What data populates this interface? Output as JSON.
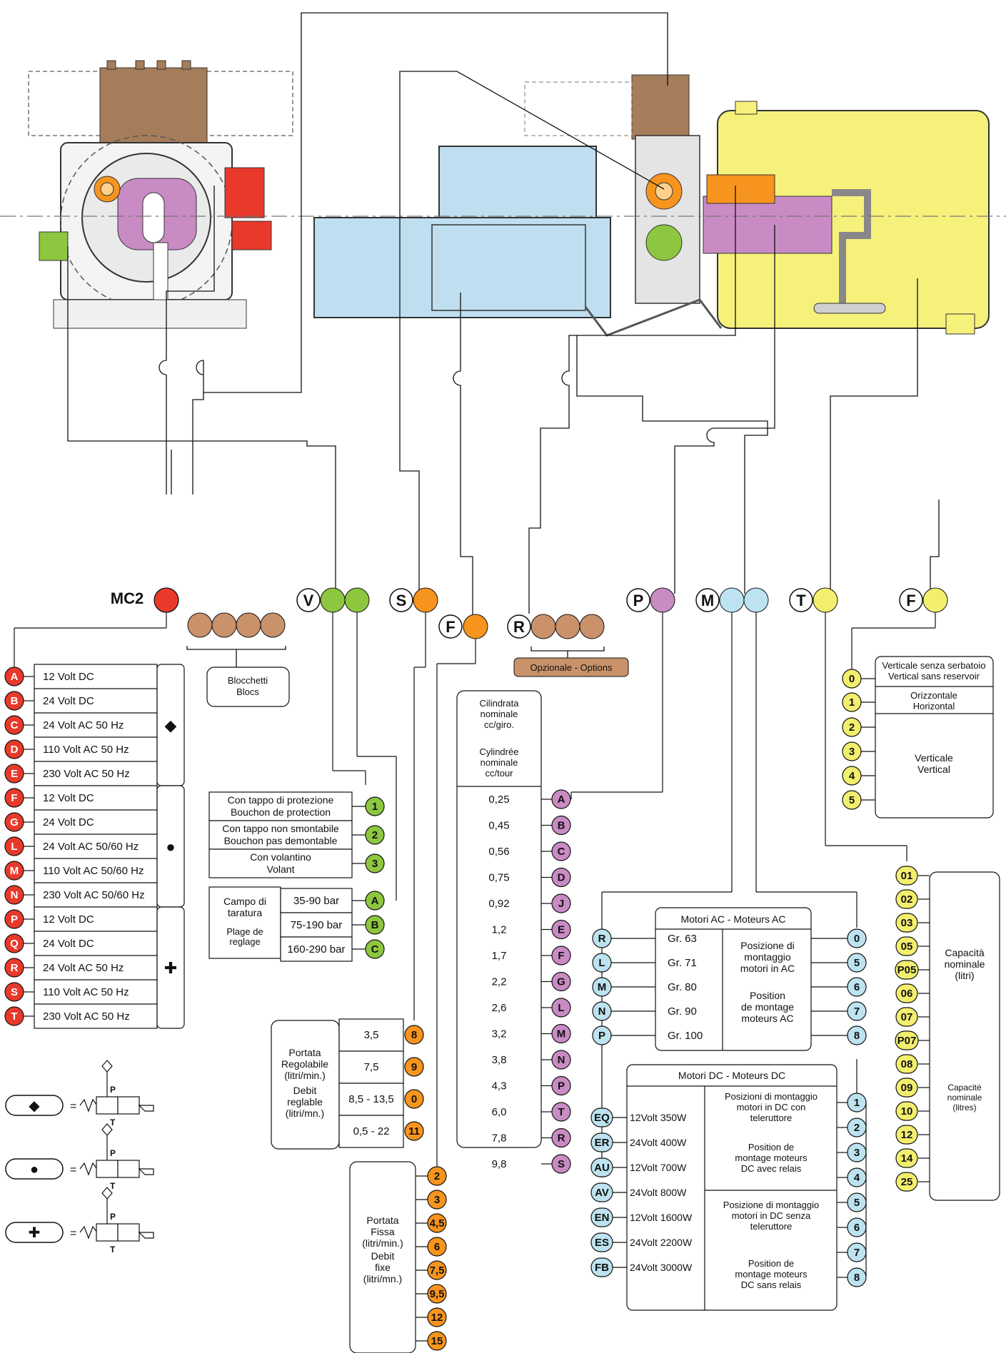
{
  "header": {
    "mc2": "MC2",
    "letters": {
      "V": "V",
      "S": "S",
      "F1": "F",
      "R": "R",
      "P": "P",
      "M": "M",
      "T": "T",
      "F2": "F"
    }
  },
  "colors": {
    "red": "#e8392b",
    "brown": "#c9926a",
    "green": "#8dc63f",
    "orange": "#f7941d",
    "purple": "#c98bc4",
    "blue": "#bde3f0",
    "yellow": "#f2ef6e",
    "tank": "#f6f17a",
    "motor": "#bfdff0",
    "block": "#a57d5b"
  },
  "blocks": {
    "label1": "Blocchetti",
    "label2": "Blocs"
  },
  "options": {
    "label": "Opzionale - Options"
  },
  "voltage": {
    "groups": [
      {
        "symbol": "◆",
        "rows": [
          {
            "code": "A",
            "text": "12 Volt DC"
          },
          {
            "code": "B",
            "text": "24 Volt DC"
          },
          {
            "code": "C",
            "text": "24 Volt AC 50 Hz"
          },
          {
            "code": "D",
            "text": "110 Volt AC 50 Hz"
          },
          {
            "code": "E",
            "text": "230 Volt AC 50 Hz"
          }
        ]
      },
      {
        "symbol": "●",
        "rows": [
          {
            "code": "F",
            "text": "12 Volt DC"
          },
          {
            "code": "G",
            "text": "24 Volt DC"
          },
          {
            "code": "L",
            "text": "24 Volt AC 50/60 Hz"
          },
          {
            "code": "M",
            "text": "110 Volt AC 50/60 Hz"
          },
          {
            "code": "N",
            "text": "230 Volt AC 50/60 Hz"
          }
        ]
      },
      {
        "symbol": "✚",
        "rows": [
          {
            "code": "P",
            "text": "12 Volt DC"
          },
          {
            "code": "Q",
            "text": "24 Volt DC"
          },
          {
            "code": "R",
            "text": "24 Volt AC 50 Hz"
          },
          {
            "code": "S",
            "text": "110 Volt AC 50 Hz"
          },
          {
            "code": "T",
            "text": "230 Volt AC 50 Hz"
          }
        ]
      }
    ]
  },
  "valve": {
    "caps": [
      {
        "code": "1",
        "l1": "Con tappo di protezione",
        "l2": "Bouchon de protection"
      },
      {
        "code": "2",
        "l1": "Con tappo non smontabile",
        "l2": "Bouchon pas demontable"
      },
      {
        "code": "3",
        "l1": "Con volantino",
        "l2": "Volant"
      }
    ],
    "range_label": [
      "Campo di",
      "taratura",
      "Plage de",
      "reglage"
    ],
    "ranges": [
      {
        "code": "A",
        "text": "35-90 bar"
      },
      {
        "code": "B",
        "text": "75-190 bar"
      },
      {
        "code": "C",
        "text": "160-290 bar"
      }
    ]
  },
  "adjustable_flow": {
    "label": [
      "Portata",
      "Regolabile",
      "(litri/min.)",
      "Debit",
      "reglable",
      "(litri/mn.)"
    ],
    "rows": [
      {
        "code": "8",
        "text": "3,5"
      },
      {
        "code": "9",
        "text": "7,5"
      },
      {
        "code": "0",
        "text": "8,5 - 13,5"
      },
      {
        "code": "11",
        "text": "0,5 - 22"
      }
    ]
  },
  "fixed_flow": {
    "label": [
      "Portata",
      "Fissa",
      "(litri/min.)",
      "Debit",
      "fixe",
      "(litri/mn.)"
    ],
    "codes": [
      "2",
      "3",
      "4,5",
      "6",
      "7,5",
      "9,5",
      "12",
      "15"
    ]
  },
  "displacement": {
    "header": [
      "Cilindrata",
      "nominale",
      "cc/giro.",
      "Cylindrée",
      "nominale",
      "cc/tour"
    ],
    "rows": [
      {
        "code": "A",
        "text": "0,25"
      },
      {
        "code": "B",
        "text": "0,45"
      },
      {
        "code": "C",
        "text": "0,56"
      },
      {
        "code": "D",
        "text": "0,75"
      },
      {
        "code": "J",
        "text": "0,92"
      },
      {
        "code": "E",
        "text": "1,2"
      },
      {
        "code": "F",
        "text": "1,7"
      },
      {
        "code": "G",
        "text": "2,2"
      },
      {
        "code": "L",
        "text": "2,6"
      },
      {
        "code": "M",
        "text": "3,2"
      },
      {
        "code": "N",
        "text": "3,8"
      },
      {
        "code": "P",
        "text": "4,3"
      },
      {
        "code": "T",
        "text": "6,0"
      },
      {
        "code": "R",
        "text": "7,8"
      },
      {
        "code": "S",
        "text": "9,8"
      }
    ]
  },
  "motors_ac": {
    "title": "Motori AC - Moteurs AC",
    "rows": [
      {
        "code": "R",
        "text": "Gr.  63"
      },
      {
        "code": "L",
        "text": "Gr.  71"
      },
      {
        "code": "M",
        "text": "Gr.  80"
      },
      {
        "code": "N",
        "text": "Gr.  90"
      },
      {
        "code": "P",
        "text": "Gr. 100"
      }
    ],
    "pos_label": [
      "Posizione di",
      "montaggio",
      "motori in AC",
      "Position",
      "de montage",
      "moteurs AC"
    ],
    "pos_codes": [
      "0",
      "5",
      "6",
      "7",
      "8"
    ]
  },
  "motors_dc": {
    "title": "Motori DC - Moteurs DC",
    "rows": [
      {
        "code": "EQ",
        "text": "12Volt  350W"
      },
      {
        "code": "ER",
        "text": "24Volt  400W"
      },
      {
        "code": "AU",
        "text": "12Volt  700W"
      },
      {
        "code": "AV",
        "text": "24Volt  800W"
      },
      {
        "code": "EN",
        "text": "12Volt 1600W"
      },
      {
        "code": "ES",
        "text": "24Volt 2200W"
      },
      {
        "code": "FB",
        "text": "24Volt 3000W"
      }
    ],
    "relay_label": [
      "Posizioni di montaggio",
      "motori in DC con",
      "teleruttore",
      "Position de",
      "montage moteurs",
      "DC avec relais"
    ],
    "norelay_label": [
      "Posizione di montaggio",
      "motori in DC senza",
      "teleruttore",
      "Position de",
      "montage moteurs",
      "DC sans relais"
    ],
    "pos_codes": [
      "1",
      "2",
      "3",
      "4",
      "5",
      "6",
      "7",
      "8"
    ]
  },
  "tank_type": {
    "rows": [
      {
        "code": "0",
        "l1": "Verticale senza serbatoio",
        "l2": "Vertical sans reservoir"
      },
      {
        "code": "1",
        "l1": "Orizzontale",
        "l2": "Horizontal"
      }
    ],
    "vertical": [
      "Verticale",
      "Vertical"
    ],
    "codes_vertical": [
      "2",
      "3",
      "4",
      "5"
    ]
  },
  "capacity": {
    "codes": [
      "01",
      "02",
      "03",
      "05",
      "P05",
      "06",
      "07",
      "P07",
      "08",
      "09",
      "10",
      "12",
      "14",
      "25"
    ],
    "label": [
      "Capacità",
      "nominale",
      "(litri)",
      "Capacité",
      "nominale",
      "(litres)"
    ]
  },
  "symbols": {
    "eq": "="
  }
}
